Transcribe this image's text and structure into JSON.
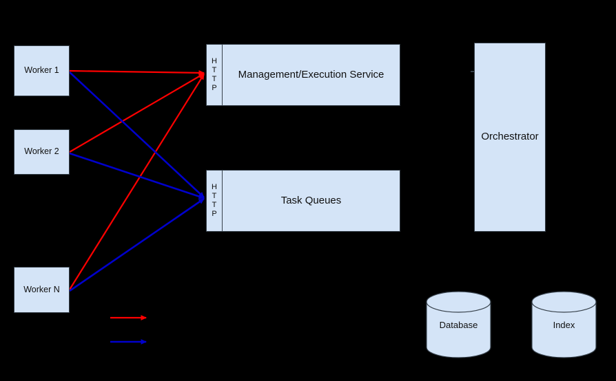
{
  "diagram": {
    "background_color": "#000000",
    "node_fill": "#d4e4f7",
    "node_stroke": "#36404a",
    "flow_request_color": "#ff0000",
    "flow_task_color": "#0000cc",
    "workers": [
      {
        "id": "worker-1",
        "label": "Worker 1"
      },
      {
        "id": "worker-2",
        "label": "Worker 2"
      },
      {
        "id": "worker-n",
        "label": "Worker N"
      }
    ],
    "services": [
      {
        "id": "management-execution-service",
        "label": "Management/Execution Service",
        "protocol": "HTTP"
      },
      {
        "id": "task-queues",
        "label": "Task Queues",
        "protocol": "HTTP"
      }
    ],
    "orchestrator": {
      "id": "orchestrator",
      "label": "Orchestrator"
    },
    "stores": [
      {
        "id": "database",
        "label": "Database"
      },
      {
        "id": "index",
        "label": "Index"
      }
    ],
    "protocol_letters": [
      "H",
      "T",
      "T",
      "P"
    ],
    "legend": [
      {
        "id": "legend-red",
        "color": "#ff0000",
        "label": ""
      },
      {
        "id": "legend-blue",
        "color": "#0000cc",
        "label": ""
      }
    ]
  }
}
